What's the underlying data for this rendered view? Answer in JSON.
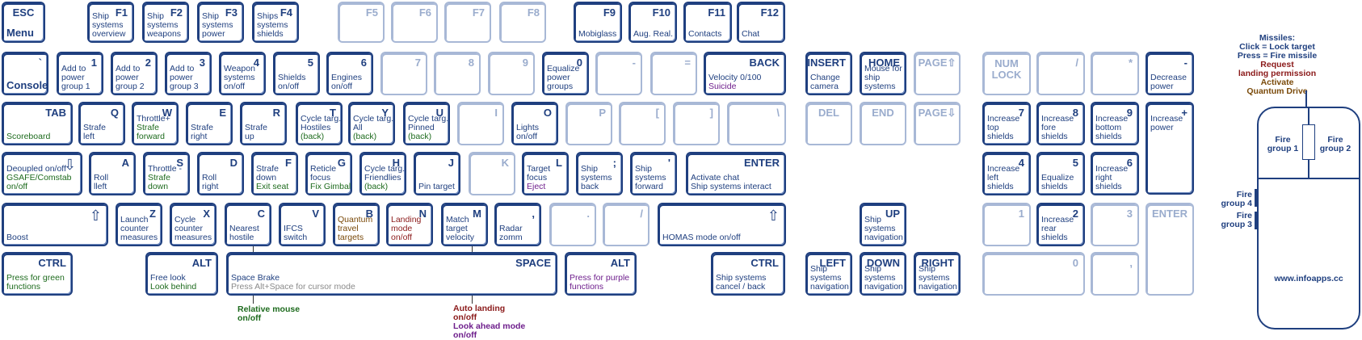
{
  "keys": [
    {
      "id": "esc",
      "cap": "ESC",
      "capc": 1,
      "lines": [
        {
          "t": "Menu",
          "c": "big"
        }
      ]
    },
    {
      "id": "f1",
      "cap": "F1",
      "lines": [
        {
          "t": "Ship"
        },
        {
          "t": "systems"
        },
        {
          "t": "overview"
        }
      ]
    },
    {
      "id": "f2",
      "cap": "F2",
      "lines": [
        {
          "t": "Ship"
        },
        {
          "t": "systems"
        },
        {
          "t": "weapons"
        }
      ]
    },
    {
      "id": "f3",
      "cap": "F3",
      "lines": [
        {
          "t": "Ship"
        },
        {
          "t": "systems"
        },
        {
          "t": "power"
        }
      ]
    },
    {
      "id": "f4",
      "cap": "F4",
      "lines": [
        {
          "t": "Ships"
        },
        {
          "t": "systems"
        },
        {
          "t": "shields"
        }
      ]
    },
    {
      "id": "f5",
      "cap": "F5",
      "dim": 1,
      "lines": []
    },
    {
      "id": "f6",
      "cap": "F6",
      "dim": 1,
      "lines": []
    },
    {
      "id": "f7",
      "cap": "F7",
      "dim": 1,
      "lines": []
    },
    {
      "id": "f8",
      "cap": "F8",
      "dim": 1,
      "lines": []
    },
    {
      "id": "f9",
      "cap": "F9",
      "lines": [
        {
          "t": "Mobiglass"
        }
      ]
    },
    {
      "id": "f10",
      "cap": "F10",
      "lines": [
        {
          "t": "Aug. Real."
        }
      ]
    },
    {
      "id": "f11",
      "cap": "F11",
      "lines": [
        {
          "t": "Contacts"
        }
      ]
    },
    {
      "id": "f12",
      "cap": "F12",
      "lines": [
        {
          "t": "Chat"
        }
      ]
    },
    {
      "id": "tilde",
      "cap": "`",
      "lines": [
        {
          "t": "Console",
          "c": "big"
        }
      ]
    },
    {
      "id": "k1",
      "cap": "1",
      "lines": [
        {
          "t": "Add to"
        },
        {
          "t": "power"
        },
        {
          "t": "group 1"
        }
      ]
    },
    {
      "id": "k2",
      "cap": "2",
      "lines": [
        {
          "t": "Add to"
        },
        {
          "t": "power"
        },
        {
          "t": "group 2"
        }
      ]
    },
    {
      "id": "k3",
      "cap": "3",
      "lines": [
        {
          "t": "Add to"
        },
        {
          "t": "power"
        },
        {
          "t": "group 3"
        }
      ]
    },
    {
      "id": "k4",
      "cap": "4",
      "lines": [
        {
          "t": "Weapon"
        },
        {
          "t": "systems"
        },
        {
          "t": "on/off"
        }
      ]
    },
    {
      "id": "k5",
      "cap": "5",
      "lines": [
        {
          "t": "Shields"
        },
        {
          "t": "on/off"
        }
      ]
    },
    {
      "id": "k6",
      "cap": "6",
      "lines": [
        {
          "t": "Engines"
        },
        {
          "t": "on/off"
        }
      ]
    },
    {
      "id": "k7",
      "cap": "7",
      "dim": 1,
      "lines": []
    },
    {
      "id": "k8",
      "cap": "8",
      "dim": 1,
      "lines": []
    },
    {
      "id": "k9",
      "cap": "9",
      "dim": 1,
      "lines": []
    },
    {
      "id": "k0",
      "cap": "0",
      "lines": [
        {
          "t": "Equalize"
        },
        {
          "t": "power"
        },
        {
          "t": "groups"
        }
      ]
    },
    {
      "id": "minus",
      "cap": "-",
      "dim": 1,
      "lines": []
    },
    {
      "id": "equal",
      "cap": "=",
      "dim": 1,
      "lines": []
    },
    {
      "id": "back",
      "cap": "BACK",
      "lines": [
        {
          "t": "Velocity 0/100"
        },
        {
          "t": "Suicide",
          "c": "purple"
        }
      ]
    },
    {
      "id": "tab",
      "cap": "TAB",
      "lines": [
        {
          "t": "Scoreboard",
          "c": "green"
        }
      ]
    },
    {
      "id": "q",
      "cap": "Q",
      "lines": [
        {
          "t": "Strafe"
        },
        {
          "t": "left"
        }
      ]
    },
    {
      "id": "w",
      "cap": "W",
      "lines": [
        {
          "t": "Throttle+"
        },
        {
          "t": "Strafe",
          "c": "green"
        },
        {
          "t": "forward",
          "c": "green"
        }
      ]
    },
    {
      "id": "e",
      "cap": "E",
      "lines": [
        {
          "t": "Strafe"
        },
        {
          "t": "right"
        }
      ]
    },
    {
      "id": "r",
      "cap": "R",
      "lines": [
        {
          "t": "Strafe"
        },
        {
          "t": "up"
        }
      ]
    },
    {
      "id": "t",
      "cap": "T",
      "lines": [
        {
          "t": "Cycle targ."
        },
        {
          "t": "Hostiles"
        },
        {
          "t": "(back)",
          "c": "green"
        }
      ]
    },
    {
      "id": "y",
      "cap": "Y",
      "lines": [
        {
          "t": "Cycle targ."
        },
        {
          "t": "All"
        },
        {
          "t": "(back)",
          "c": "green"
        }
      ]
    },
    {
      "id": "u",
      "cap": "U",
      "lines": [
        {
          "t": "Cycle targ."
        },
        {
          "t": "Pinned"
        },
        {
          "t": "(back)",
          "c": "green"
        }
      ]
    },
    {
      "id": "i",
      "cap": "I",
      "dim": 1,
      "lines": []
    },
    {
      "id": "o",
      "cap": "O",
      "lines": [
        {
          "t": "Lights"
        },
        {
          "t": "on/off"
        }
      ]
    },
    {
      "id": "p",
      "cap": "P",
      "dim": 1,
      "lines": []
    },
    {
      "id": "lbr",
      "cap": "[",
      "dim": 1,
      "lines": []
    },
    {
      "id": "rbr",
      "cap": "]",
      "dim": 1,
      "lines": []
    },
    {
      "id": "bsl",
      "cap": "\\",
      "dim": 1,
      "lines": []
    },
    {
      "id": "caps",
      "cap": "⇩",
      "lines": [
        {
          "t": "Deoupled on/off"
        },
        {
          "t": "GSAFE/Comstab",
          "c": "green"
        },
        {
          "t": "on/off",
          "c": "green"
        }
      ]
    },
    {
      "id": "a",
      "cap": "A",
      "lines": [
        {
          "t": "Roll"
        },
        {
          "t": "lleft"
        }
      ]
    },
    {
      "id": "s",
      "cap": "S",
      "lines": [
        {
          "t": "Throttle -"
        },
        {
          "t": "Strafe",
          "c": "green"
        },
        {
          "t": "down",
          "c": "green"
        }
      ]
    },
    {
      "id": "d",
      "cap": "D",
      "lines": [
        {
          "t": "Roll"
        },
        {
          "t": "right"
        }
      ]
    },
    {
      "id": "f",
      "cap": "F",
      "lines": [
        {
          "t": "Strafe"
        },
        {
          "t": "down"
        },
        {
          "t": "Exit seat",
          "c": "green"
        }
      ]
    },
    {
      "id": "g",
      "cap": "G",
      "lines": [
        {
          "t": "Reticle"
        },
        {
          "t": "focus"
        },
        {
          "t": "Fix Gimbal",
          "c": "green"
        }
      ]
    },
    {
      "id": "h",
      "cap": "H",
      "lines": [
        {
          "t": "Cycle targ."
        },
        {
          "t": "Friendlies"
        },
        {
          "t": "(back)",
          "c": "green"
        }
      ]
    },
    {
      "id": "j",
      "cap": "J",
      "lines": [
        {
          "t": "Pin target"
        }
      ]
    },
    {
      "id": "k",
      "cap": "K",
      "dim": 1,
      "lines": []
    },
    {
      "id": "l",
      "cap": "L",
      "lines": [
        {
          "t": "Target"
        },
        {
          "t": "focus"
        },
        {
          "t": "Eject",
          "c": "purple"
        }
      ]
    },
    {
      "id": "semi",
      "cap": ";",
      "lines": [
        {
          "t": "Ship"
        },
        {
          "t": "systems"
        },
        {
          "t": "back"
        }
      ]
    },
    {
      "id": "quote",
      "cap": "'",
      "lines": [
        {
          "t": "Ship"
        },
        {
          "t": "systems"
        },
        {
          "t": "forward"
        }
      ]
    },
    {
      "id": "enter",
      "cap": "ENTER",
      "lines": [
        {
          "t": "Activate chat"
        },
        {
          "t": "Ship systems interact"
        }
      ]
    },
    {
      "id": "lshift",
      "cap": "⇧",
      "lines": [
        {
          "t": "Boost"
        }
      ]
    },
    {
      "id": "z",
      "cap": "Z",
      "lines": [
        {
          "t": "Launch"
        },
        {
          "t": "counter"
        },
        {
          "t": "measures"
        }
      ]
    },
    {
      "id": "x",
      "cap": "X",
      "lines": [
        {
          "t": "Cycle"
        },
        {
          "t": "counter"
        },
        {
          "t": "measures"
        }
      ]
    },
    {
      "id": "c",
      "cap": "C",
      "lines": [
        {
          "t": "Nearest"
        },
        {
          "t": "hostile"
        }
      ]
    },
    {
      "id": "v",
      "cap": "V",
      "lines": [
        {
          "t": "IFCS"
        },
        {
          "t": "switch"
        }
      ]
    },
    {
      "id": "b",
      "cap": "B",
      "lines": [
        {
          "t": "Quantum",
          "c": "brown"
        },
        {
          "t": "travel",
          "c": "brown"
        },
        {
          "t": "targets",
          "c": "brown"
        }
      ]
    },
    {
      "id": "n",
      "cap": "N",
      "lines": [
        {
          "t": "Landing",
          "c": "red"
        },
        {
          "t": "mode",
          "c": "red"
        },
        {
          "t": "on/off",
          "c": "red"
        }
      ]
    },
    {
      "id": "m",
      "cap": "M",
      "lines": [
        {
          "t": "Match"
        },
        {
          "t": "target"
        },
        {
          "t": "velocity"
        }
      ]
    },
    {
      "id": "comma",
      "cap": ",",
      "lines": [
        {
          "t": "Radar"
        },
        {
          "t": "zomm"
        }
      ]
    },
    {
      "id": "period",
      "cap": ".",
      "dim": 1,
      "lines": []
    },
    {
      "id": "slash",
      "cap": "/",
      "dim": 1,
      "lines": []
    },
    {
      "id": "rshift",
      "cap": "⇧",
      "lines": [
        {
          "t": "HOMAS mode on/off"
        }
      ]
    },
    {
      "id": "lctrl",
      "cap": "CTRL",
      "lines": [
        {
          "t": "Press for green",
          "c": "green"
        },
        {
          "t": "functions",
          "c": "green"
        }
      ]
    },
    {
      "id": "lalt",
      "cap": "ALT",
      "lines": [
        {
          "t": "Free look"
        },
        {
          "t": "Look behind",
          "c": "green"
        }
      ]
    },
    {
      "id": "space",
      "cap": "SPACE",
      "lines": [
        {
          "t": "Space Brake"
        },
        {
          "t": "Press Alt+Space for cursor mode",
          "c": "gray"
        }
      ]
    },
    {
      "id": "ralt",
      "cap": "ALT",
      "lines": [
        {
          "t": "Press for purple",
          "c": "purple"
        },
        {
          "t": "functions",
          "c": "purple"
        }
      ]
    },
    {
      "id": "rctrl",
      "cap": "CTRL",
      "lines": [
        {
          "t": "Ship systems"
        },
        {
          "t": "cancel / back"
        }
      ]
    },
    {
      "id": "insert",
      "cap": "INSERT",
      "lines": [
        {
          "t": "Change"
        },
        {
          "t": "camera"
        }
      ]
    },
    {
      "id": "home",
      "cap": "HOME",
      "lines": [
        {
          "t": "Mouse for"
        },
        {
          "t": "ship"
        },
        {
          "t": "systems"
        }
      ]
    },
    {
      "id": "pgup",
      "cap": "PAGE⇧",
      "dim": 1,
      "lines": []
    },
    {
      "id": "del",
      "cap": "DEL",
      "dim": 1,
      "lines": []
    },
    {
      "id": "end",
      "cap": "END",
      "dim": 1,
      "lines": []
    },
    {
      "id": "pgdn",
      "cap": "PAGE⇩",
      "dim": 1,
      "lines": []
    },
    {
      "id": "up",
      "cap": "UP",
      "lines": [
        {
          "t": "Ship"
        },
        {
          "t": "systems"
        },
        {
          "t": "navigation"
        }
      ]
    },
    {
      "id": "left",
      "cap": "LEFT",
      "lines": [
        {
          "t": "Ship"
        },
        {
          "t": "systems"
        },
        {
          "t": "navigation"
        }
      ]
    },
    {
      "id": "down",
      "cap": "DOWN",
      "lines": [
        {
          "t": "Ship"
        },
        {
          "t": "systems"
        },
        {
          "t": "navigation"
        }
      ]
    },
    {
      "id": "right",
      "cap": "RIGHT",
      "lines": [
        {
          "t": "Ship"
        },
        {
          "t": "systems"
        },
        {
          "t": "navigation"
        }
      ]
    },
    {
      "id": "numlock",
      "cap": "NUM LOCK",
      "dim": 1,
      "lines": []
    },
    {
      "id": "numdiv",
      "cap": "/",
      "dim": 1,
      "lines": []
    },
    {
      "id": "nummul",
      "cap": "*",
      "dim": 1,
      "lines": []
    },
    {
      "id": "numminus",
      "cap": "-",
      "lines": [
        {
          "t": "Decrease"
        },
        {
          "t": "power"
        }
      ]
    },
    {
      "id": "num7",
      "cap": "7",
      "lines": [
        {
          "t": "Increase"
        },
        {
          "t": "top"
        },
        {
          "t": "shields"
        }
      ]
    },
    {
      "id": "num8",
      "cap": "8",
      "lines": [
        {
          "t": "Increase"
        },
        {
          "t": "fore"
        },
        {
          "t": "shields"
        }
      ]
    },
    {
      "id": "num9",
      "cap": "9",
      "lines": [
        {
          "t": "Increase"
        },
        {
          "t": "bottom"
        },
        {
          "t": "shields"
        }
      ]
    },
    {
      "id": "numplus",
      "cap": "+",
      "lines": [
        {
          "t": "Increase"
        },
        {
          "t": "power"
        }
      ]
    },
    {
      "id": "num4",
      "cap": "4",
      "lines": [
        {
          "t": "Increase"
        },
        {
          "t": "left"
        },
        {
          "t": "shields"
        }
      ]
    },
    {
      "id": "num5",
      "cap": "5",
      "lines": [
        {
          "t": "Equalize"
        },
        {
          "t": "shields"
        }
      ]
    },
    {
      "id": "num6",
      "cap": "6",
      "lines": [
        {
          "t": "Increase"
        },
        {
          "t": "right"
        },
        {
          "t": "shields"
        }
      ]
    },
    {
      "id": "num1",
      "cap": "1",
      "dim": 1,
      "lines": []
    },
    {
      "id": "num2",
      "cap": "2",
      "lines": [
        {
          "t": "Increase"
        },
        {
          "t": "rear"
        },
        {
          "t": "shields"
        }
      ]
    },
    {
      "id": "num3",
      "cap": "3",
      "dim": 1,
      "lines": []
    },
    {
      "id": "numenter",
      "cap": "ENTER",
      "dim": 1,
      "lines": []
    },
    {
      "id": "num0",
      "cap": "0",
      "dim": 1,
      "lines": []
    },
    {
      "id": "numdot",
      "cap": ",",
      "dim": 1,
      "lines": []
    }
  ],
  "notes": {
    "relative_mouse": [
      "Relative mouse",
      "on/off"
    ],
    "auto_landing": [
      "Auto landing",
      "on/off"
    ],
    "look_ahead": [
      "Look ahead mode",
      "on/off"
    ]
  },
  "mouse": {
    "missiles_title": "Missiles:",
    "missiles_click": "Click = Lock target",
    "missiles_press": "Press = Fire missile",
    "request_landing_1": "Request",
    "request_landing_2": "landing permission",
    "activate_qd_1": "Activate",
    "activate_qd_2": "Quantum Drive",
    "fire_group_1": [
      "Fire",
      "group 1"
    ],
    "fire_group_2": [
      "Fire",
      "group 2"
    ],
    "fire_group_4": [
      "Fire",
      "group 4"
    ],
    "fire_group_3": [
      "Fire",
      "group 3"
    ],
    "website": "www.infoapps.cc"
  }
}
